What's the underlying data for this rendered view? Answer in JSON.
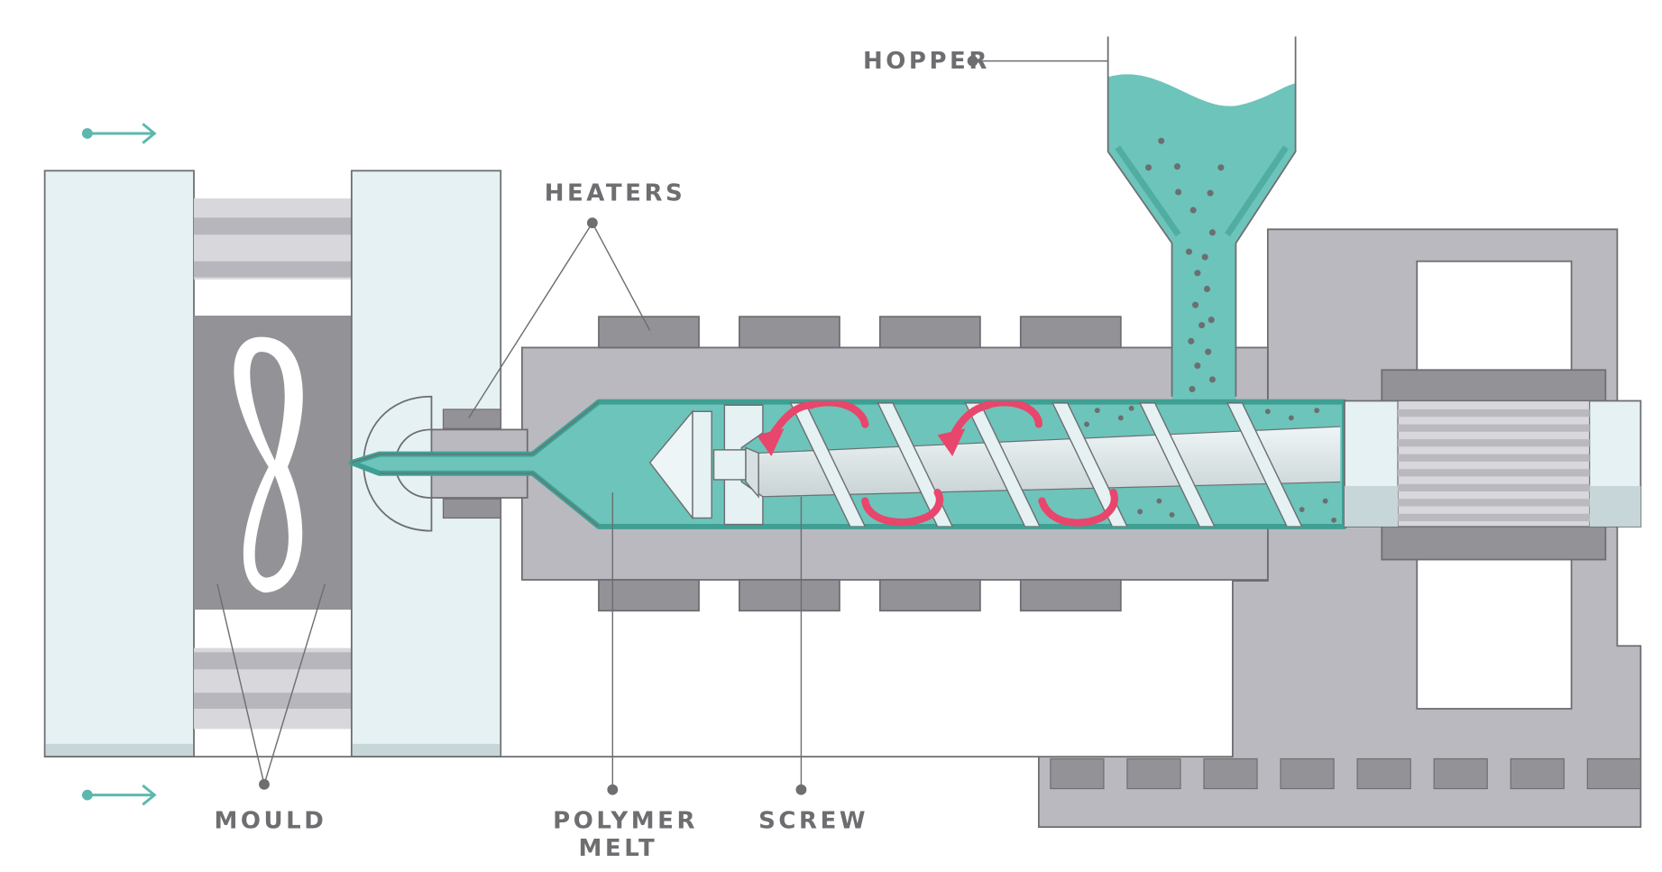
{
  "labels": {
    "hopper": "HOPPER",
    "heaters": "HEATERS",
    "mould": "MOULD",
    "polymer_melt_line1": "POLYMER",
    "polymer_melt_line2": "MELT",
    "screw": "SCREW"
  },
  "colors": {
    "melt": "#6dc4ba",
    "melt_dark": "#3f9f93",
    "steel": "#b9b9bf",
    "steel_dark": "#8e8e94",
    "outline": "#6d6e71",
    "platen": "#e5f1f2",
    "rotation_arrow": "#e8466c",
    "motion_arrow": "#5cb8ad"
  },
  "icons": {
    "motion_arrows": "arrow-right-icon",
    "rotation_arrows": "rotate-icon"
  }
}
